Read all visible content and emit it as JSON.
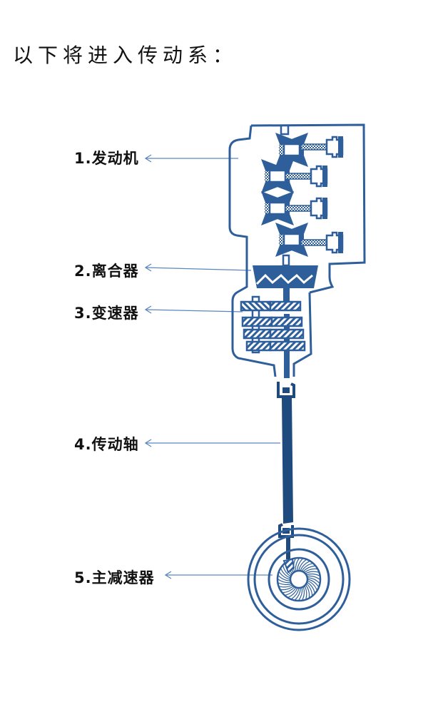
{
  "title": "以下将进入传动系：",
  "colors": {
    "primary": "#2F5F9A",
    "dark": "#1F4A7E",
    "arrow": "#5B86BF",
    "text": "#111111"
  },
  "labels": [
    {
      "id": "engine",
      "text": "1.发动机"
    },
    {
      "id": "clutch",
      "text": "2.离合器"
    },
    {
      "id": "gearbox",
      "text": "3.变速器"
    },
    {
      "id": "driveshaft",
      "text": "4.传动轴"
    },
    {
      "id": "final-drive",
      "text": "5.主减速器"
    }
  ]
}
